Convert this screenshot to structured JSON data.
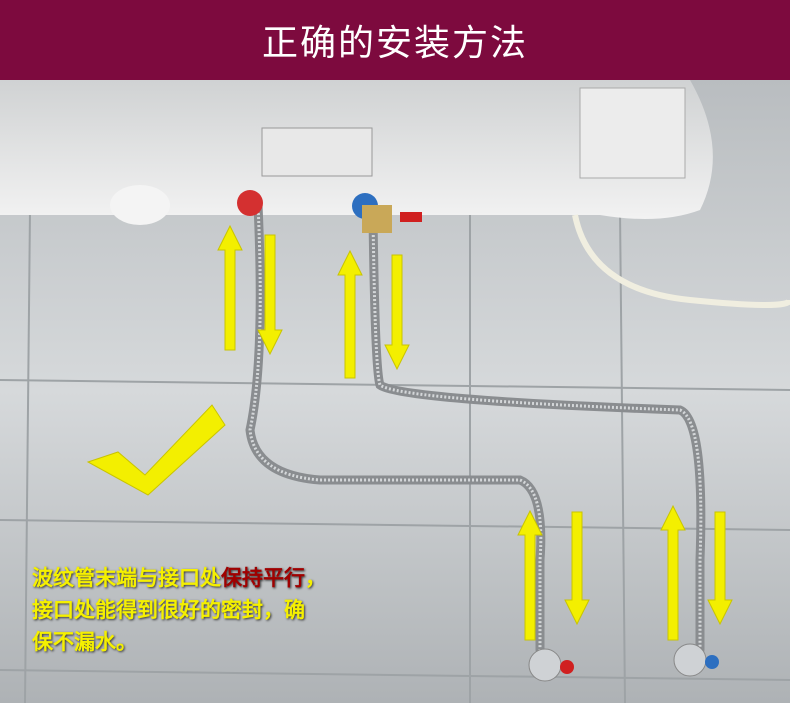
{
  "header": {
    "title": "正确的安装方法",
    "background": "#7d0a3e"
  },
  "caption": {
    "line1_prefix": "波纹管末端与接口处",
    "line1_highlight": "保持平行",
    "line1_suffix": "，",
    "line2": "接口处能得到很好的密封，确",
    "line3": "保不漏水。",
    "text_color": "#f5f000",
    "highlight_color": "#a00000"
  },
  "icons": [
    "checkmark-icon",
    "arrow-up-icon",
    "arrow-down-icon"
  ]
}
